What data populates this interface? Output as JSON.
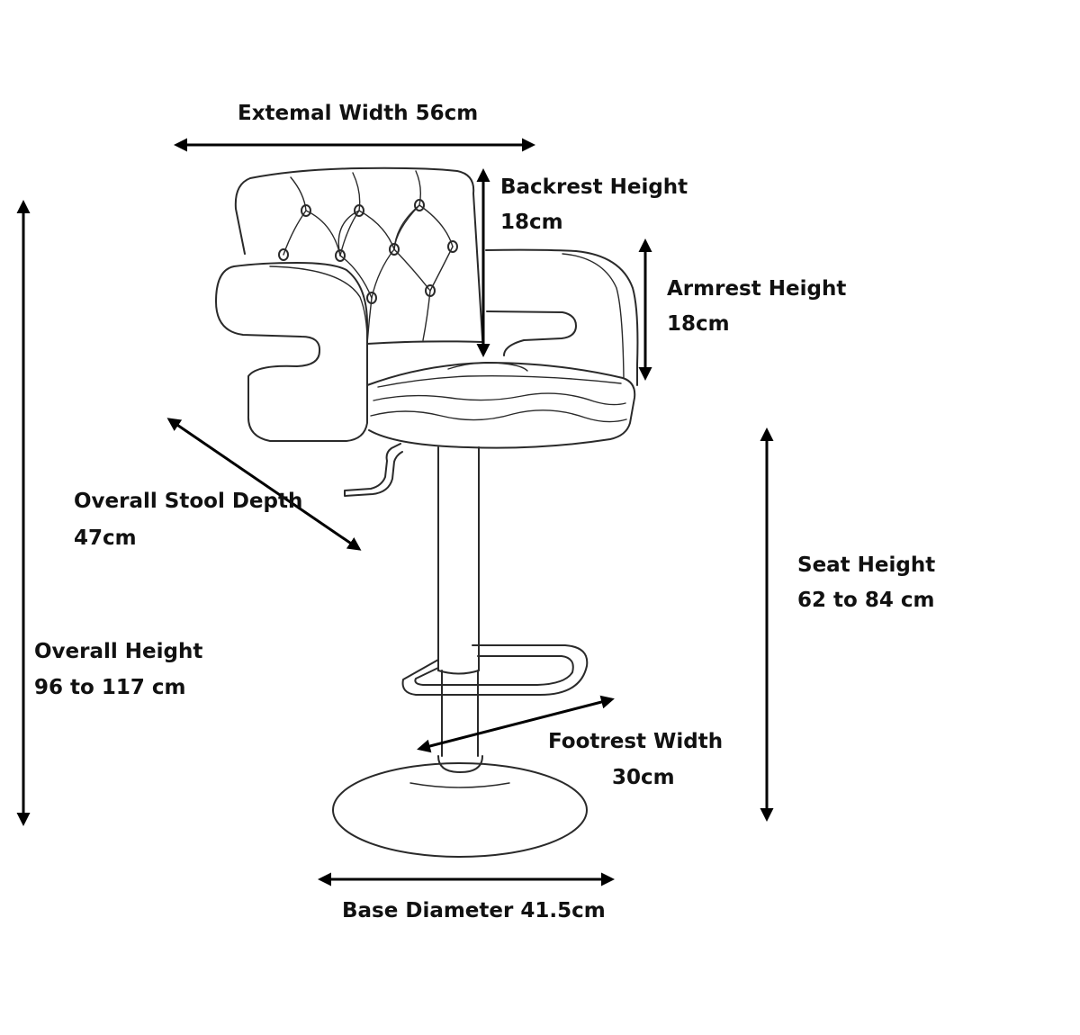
{
  "dimensions": {
    "external_width": "Extemal Width 56cm",
    "backrest_height_title": "Backrest Height",
    "backrest_height_value": "18cm",
    "armrest_height_title": "Armrest Height",
    "armrest_height_value": "18cm",
    "stool_depth_title": "Overall Stool Depth",
    "stool_depth_value": "47cm",
    "seat_height_title": "Seat Height",
    "seat_height_value": "62 to 84 cm",
    "overall_height_title": "Overall Height",
    "overall_height_value": "96 to 117 cm",
    "footrest_width_title": "Footrest Width",
    "footrest_width_value": "30cm",
    "base_diameter": "Base Diameter 41.5cm"
  },
  "colors": {
    "line": "#2a2a2a",
    "arrow": "#000000",
    "text": "#111111",
    "background": "#ffffff"
  }
}
